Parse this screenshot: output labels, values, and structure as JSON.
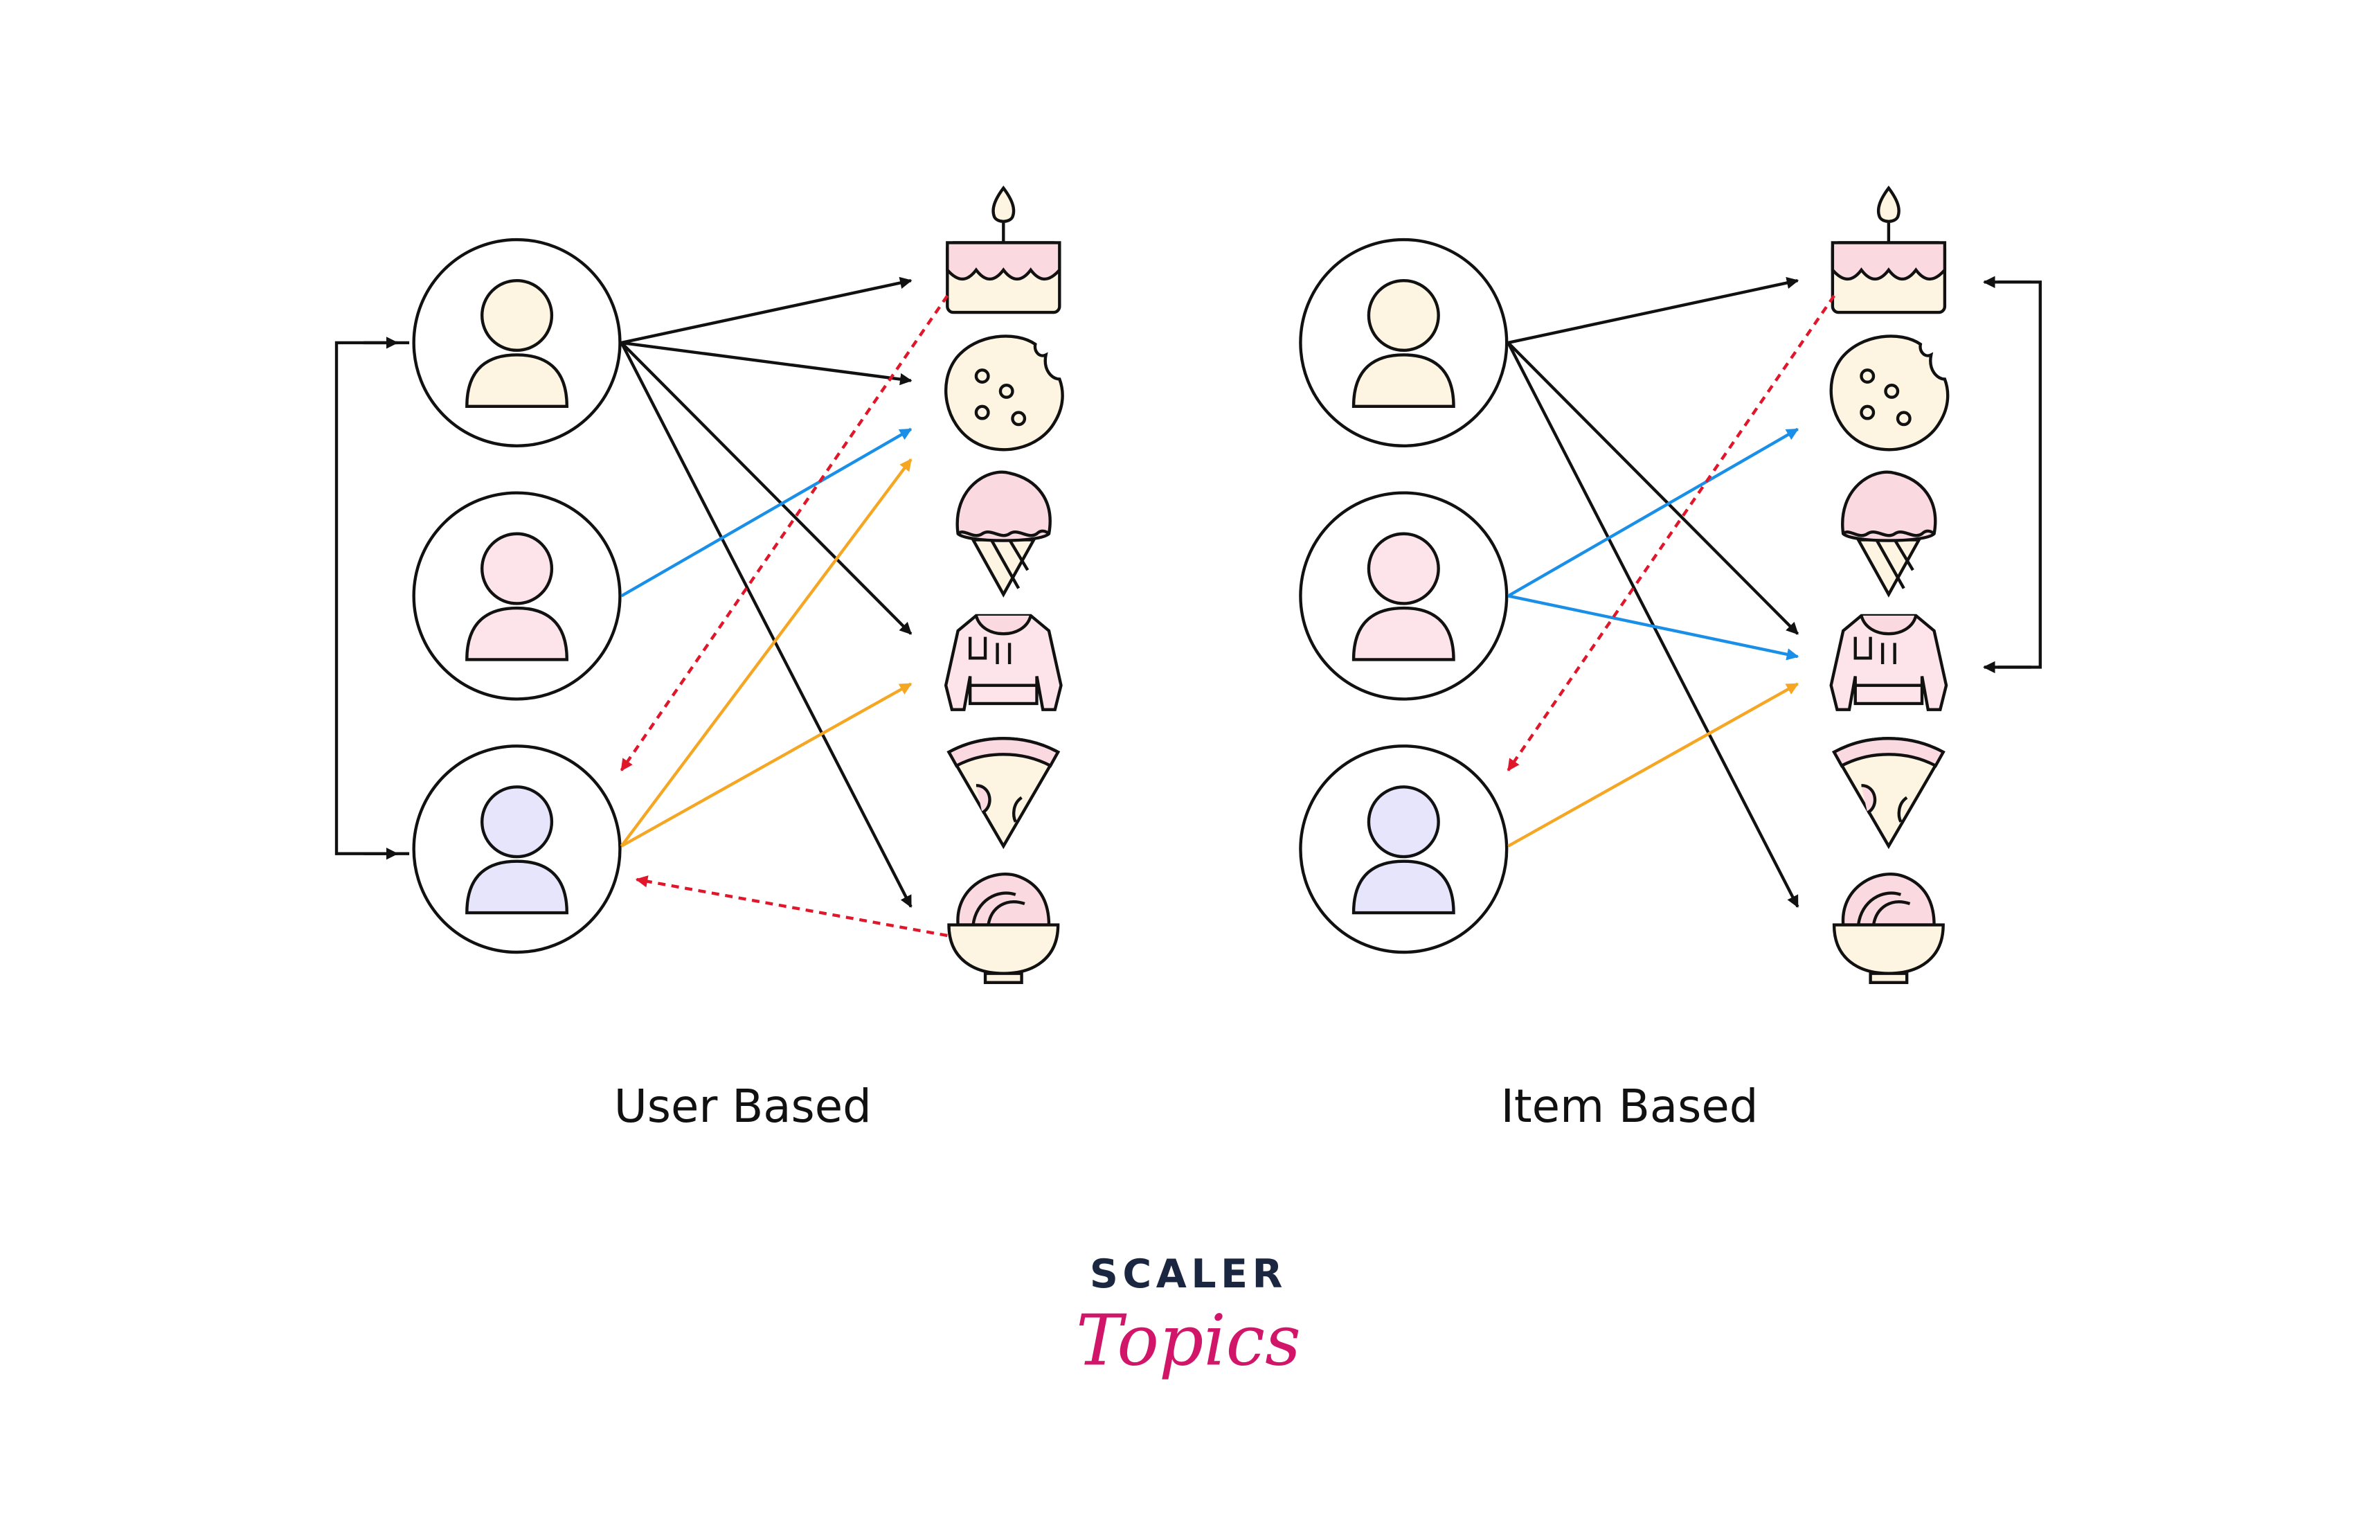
{
  "diagrams": [
    {
      "caption": "User Based",
      "users": [
        {
          "name": "user-1",
          "fill": "#fdf4e1"
        },
        {
          "name": "user-2",
          "fill": "#fce4ea"
        },
        {
          "name": "user-3",
          "fill": "#e6e5fc"
        }
      ],
      "items": [
        "cake-icon",
        "cookie-icon",
        "ice-cream-icon",
        "hoodie-icon",
        "pizza-icon",
        "noodle-bowl-icon"
      ]
    },
    {
      "caption": "Item Based",
      "users": [
        {
          "name": "user-1",
          "fill": "#fdf4e1"
        },
        {
          "name": "user-2",
          "fill": "#fce4ea"
        },
        {
          "name": "user-3",
          "fill": "#e6e5fc"
        }
      ],
      "items": [
        "cake-icon",
        "cookie-icon",
        "ice-cream-icon",
        "hoodie-icon",
        "pizza-icon",
        "noodle-bowl-icon"
      ]
    }
  ],
  "colors": {
    "black_edge": "#111111",
    "blue_edge": "#1a8fe8",
    "orange_edge": "#f5a623",
    "red_dashed_edge": "#e0162b",
    "cream": "#fdf4e1",
    "pink": "#fce4ea",
    "lavender": "#e6e5fc"
  },
  "brand": {
    "line1": "SCALER",
    "line2": "Topics"
  }
}
